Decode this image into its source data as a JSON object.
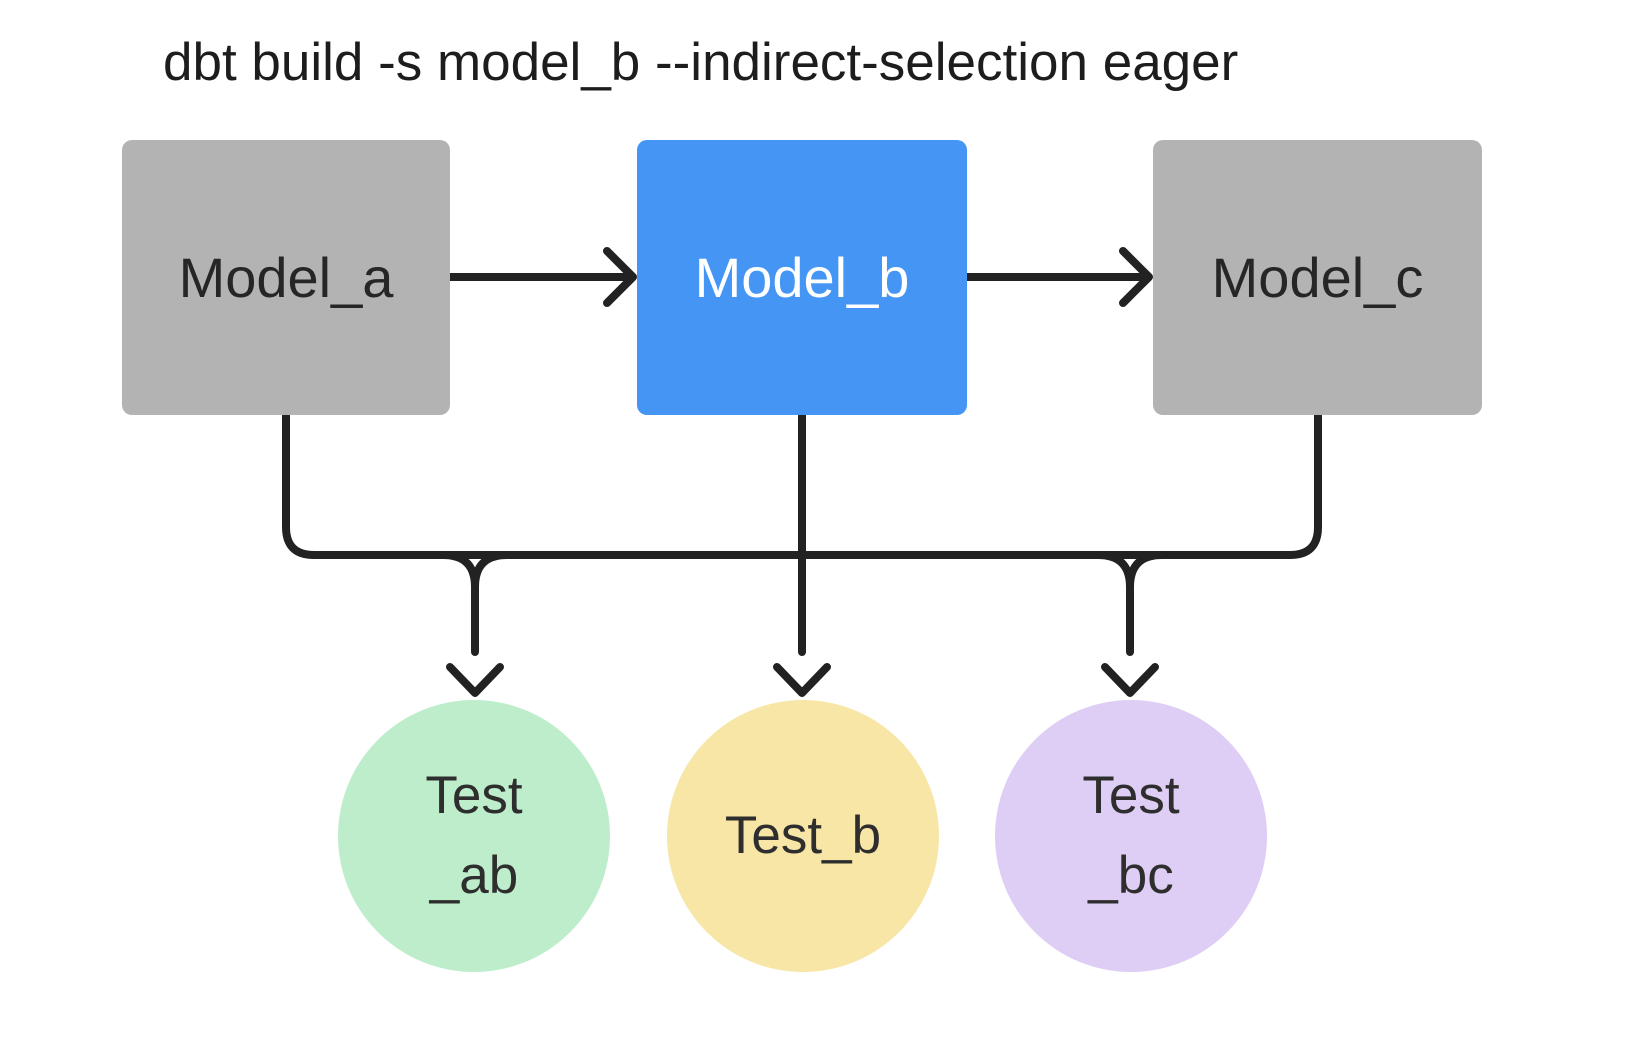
{
  "title": "dbt build -s model_b --indirect-selection eager",
  "colors": {
    "background": "#ffffff",
    "line": "#222222",
    "title_text": "#1d1d1d",
    "model_default_fill": "#b3b3b3",
    "model_selected_fill": "#4596f4",
    "model_text_dark": "#262626",
    "model_text_light": "#ffffff",
    "test_ab_fill": "#bdedca",
    "test_b_fill": "#f8e6a7",
    "test_bc_fill": "#decdf5",
    "test_text": "#2e2e2e"
  },
  "models": [
    {
      "id": "model_a",
      "label": "Model_a",
      "selected": false
    },
    {
      "id": "model_b",
      "label": "Model_b",
      "selected": true
    },
    {
      "id": "model_c",
      "label": "Model_c",
      "selected": false
    }
  ],
  "tests": [
    {
      "id": "test_ab",
      "label_line1": "Test",
      "label_line2": "_ab"
    },
    {
      "id": "test_b",
      "label_line1": "Test_b",
      "label_line2": ""
    },
    {
      "id": "test_bc",
      "label_line1": "Test",
      "label_line2": "_bc"
    }
  ],
  "edges": [
    {
      "from": "model_a",
      "to": "model_b"
    },
    {
      "from": "model_b",
      "to": "model_c"
    },
    {
      "from": "model_a",
      "to": "test_ab"
    },
    {
      "from": "model_b",
      "to": "test_b"
    },
    {
      "from": "model_c",
      "to": "test_bc"
    }
  ]
}
